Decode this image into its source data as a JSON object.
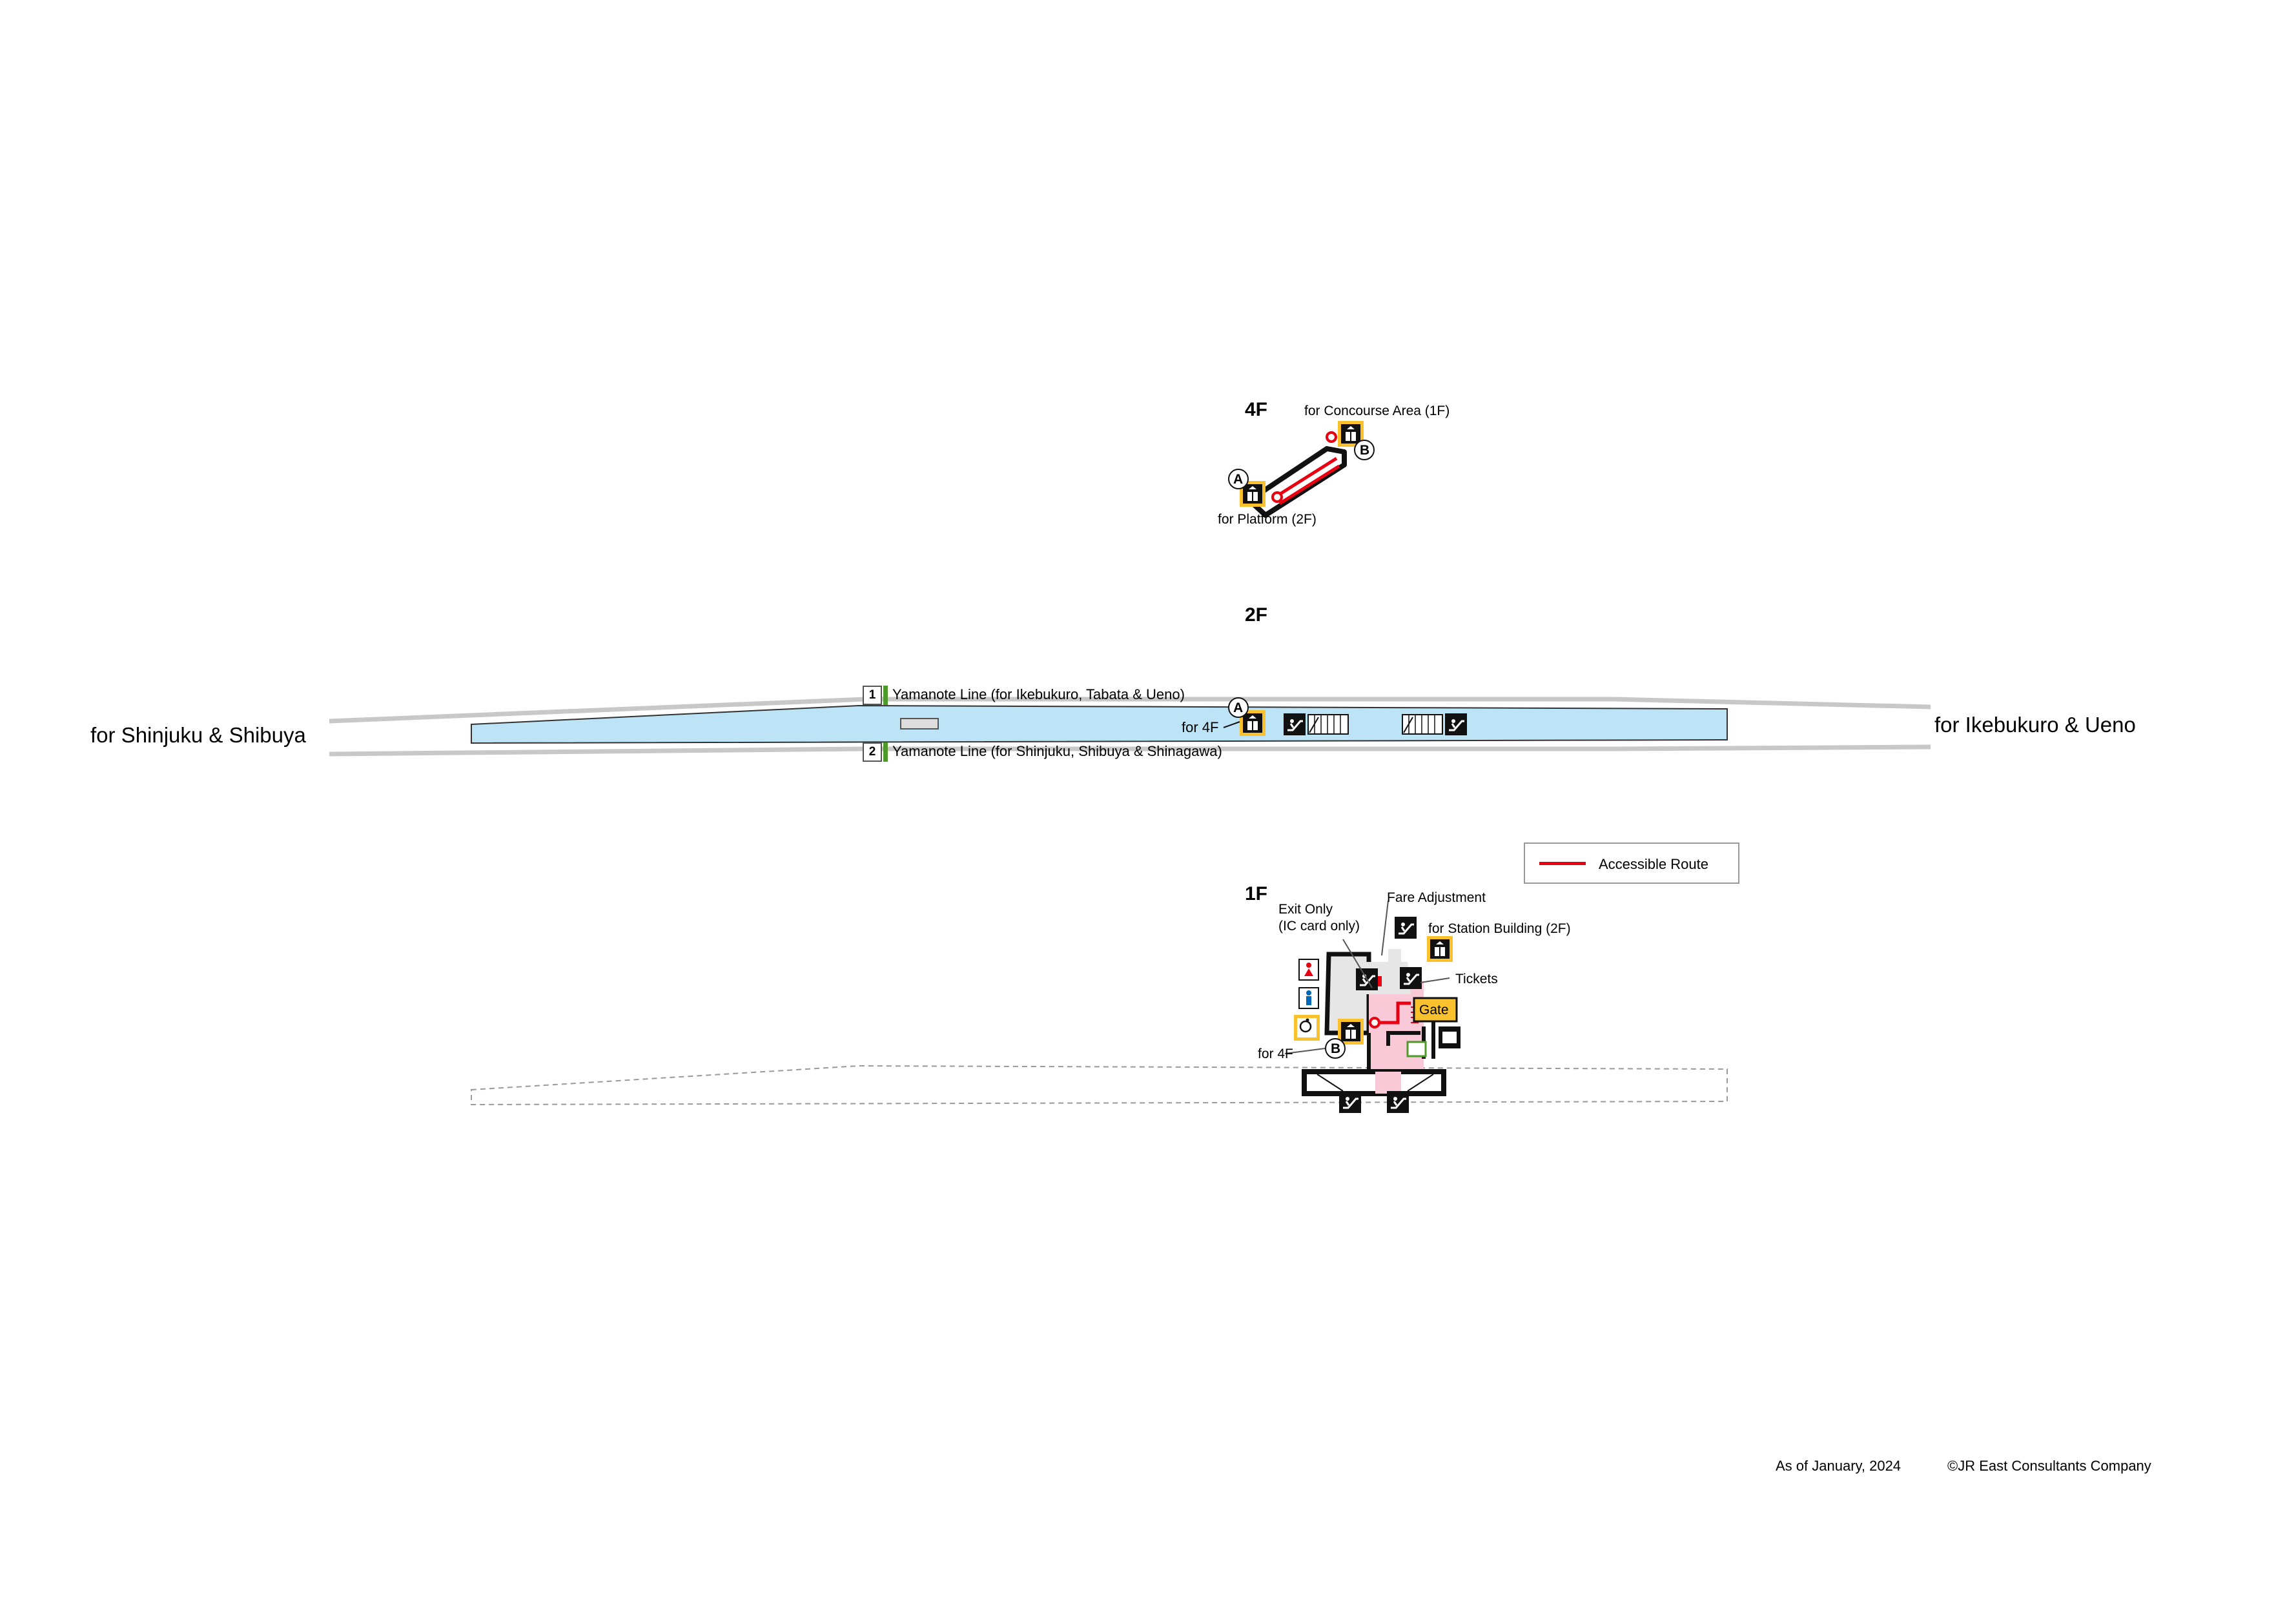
{
  "floors": {
    "f4": "4F",
    "f2": "2F",
    "f1": "1F"
  },
  "floor4": {
    "for_concourse": "for Concourse Area (1F)",
    "for_platform": "for Platform (2F)",
    "marker_a": "A",
    "marker_b": "B"
  },
  "floor2": {
    "track1_number": "1",
    "track1_label": "Yamanote Line (for Ikebukuro, Tabata & Ueno)",
    "track2_number": "2",
    "track2_label": "Yamanote Line (for Shinjuku, Shibuya & Shinagawa)",
    "for_4f": "for 4F",
    "marker_a": "A",
    "direction_left": "for Shinjuku & Shibuya",
    "direction_right": "for Ikebukuro & Ueno",
    "line_color": "#4e9a2a",
    "platform_color": "#bde3f7"
  },
  "legend": {
    "accessible_route": "Accessible Route",
    "accessible_route_color": "#e60012"
  },
  "floor1": {
    "exit_only_line1": "Exit Only",
    "exit_only_line2": "(IC card only)",
    "fare_adjustment": "Fare Adjustment",
    "for_station_building": "for Station Building (2F)",
    "tickets": "Tickets",
    "gate": "Gate",
    "for_4f": "for 4F",
    "marker_b": "B",
    "gate_color": "#f8c12d",
    "route_color": "#e60012",
    "concourse_color": "#f9c9d8"
  },
  "icons": [
    "elevator-icon",
    "escalator-icon",
    "stairs-icon",
    "restroom-female-icon",
    "restroom-male-icon",
    "accessible-restroom-icon",
    "ticket-machine-icon",
    "coin-locker-icon"
  ],
  "footer": {
    "date": "As of January, 2024",
    "copyright": "©JR East Consultants Company"
  }
}
